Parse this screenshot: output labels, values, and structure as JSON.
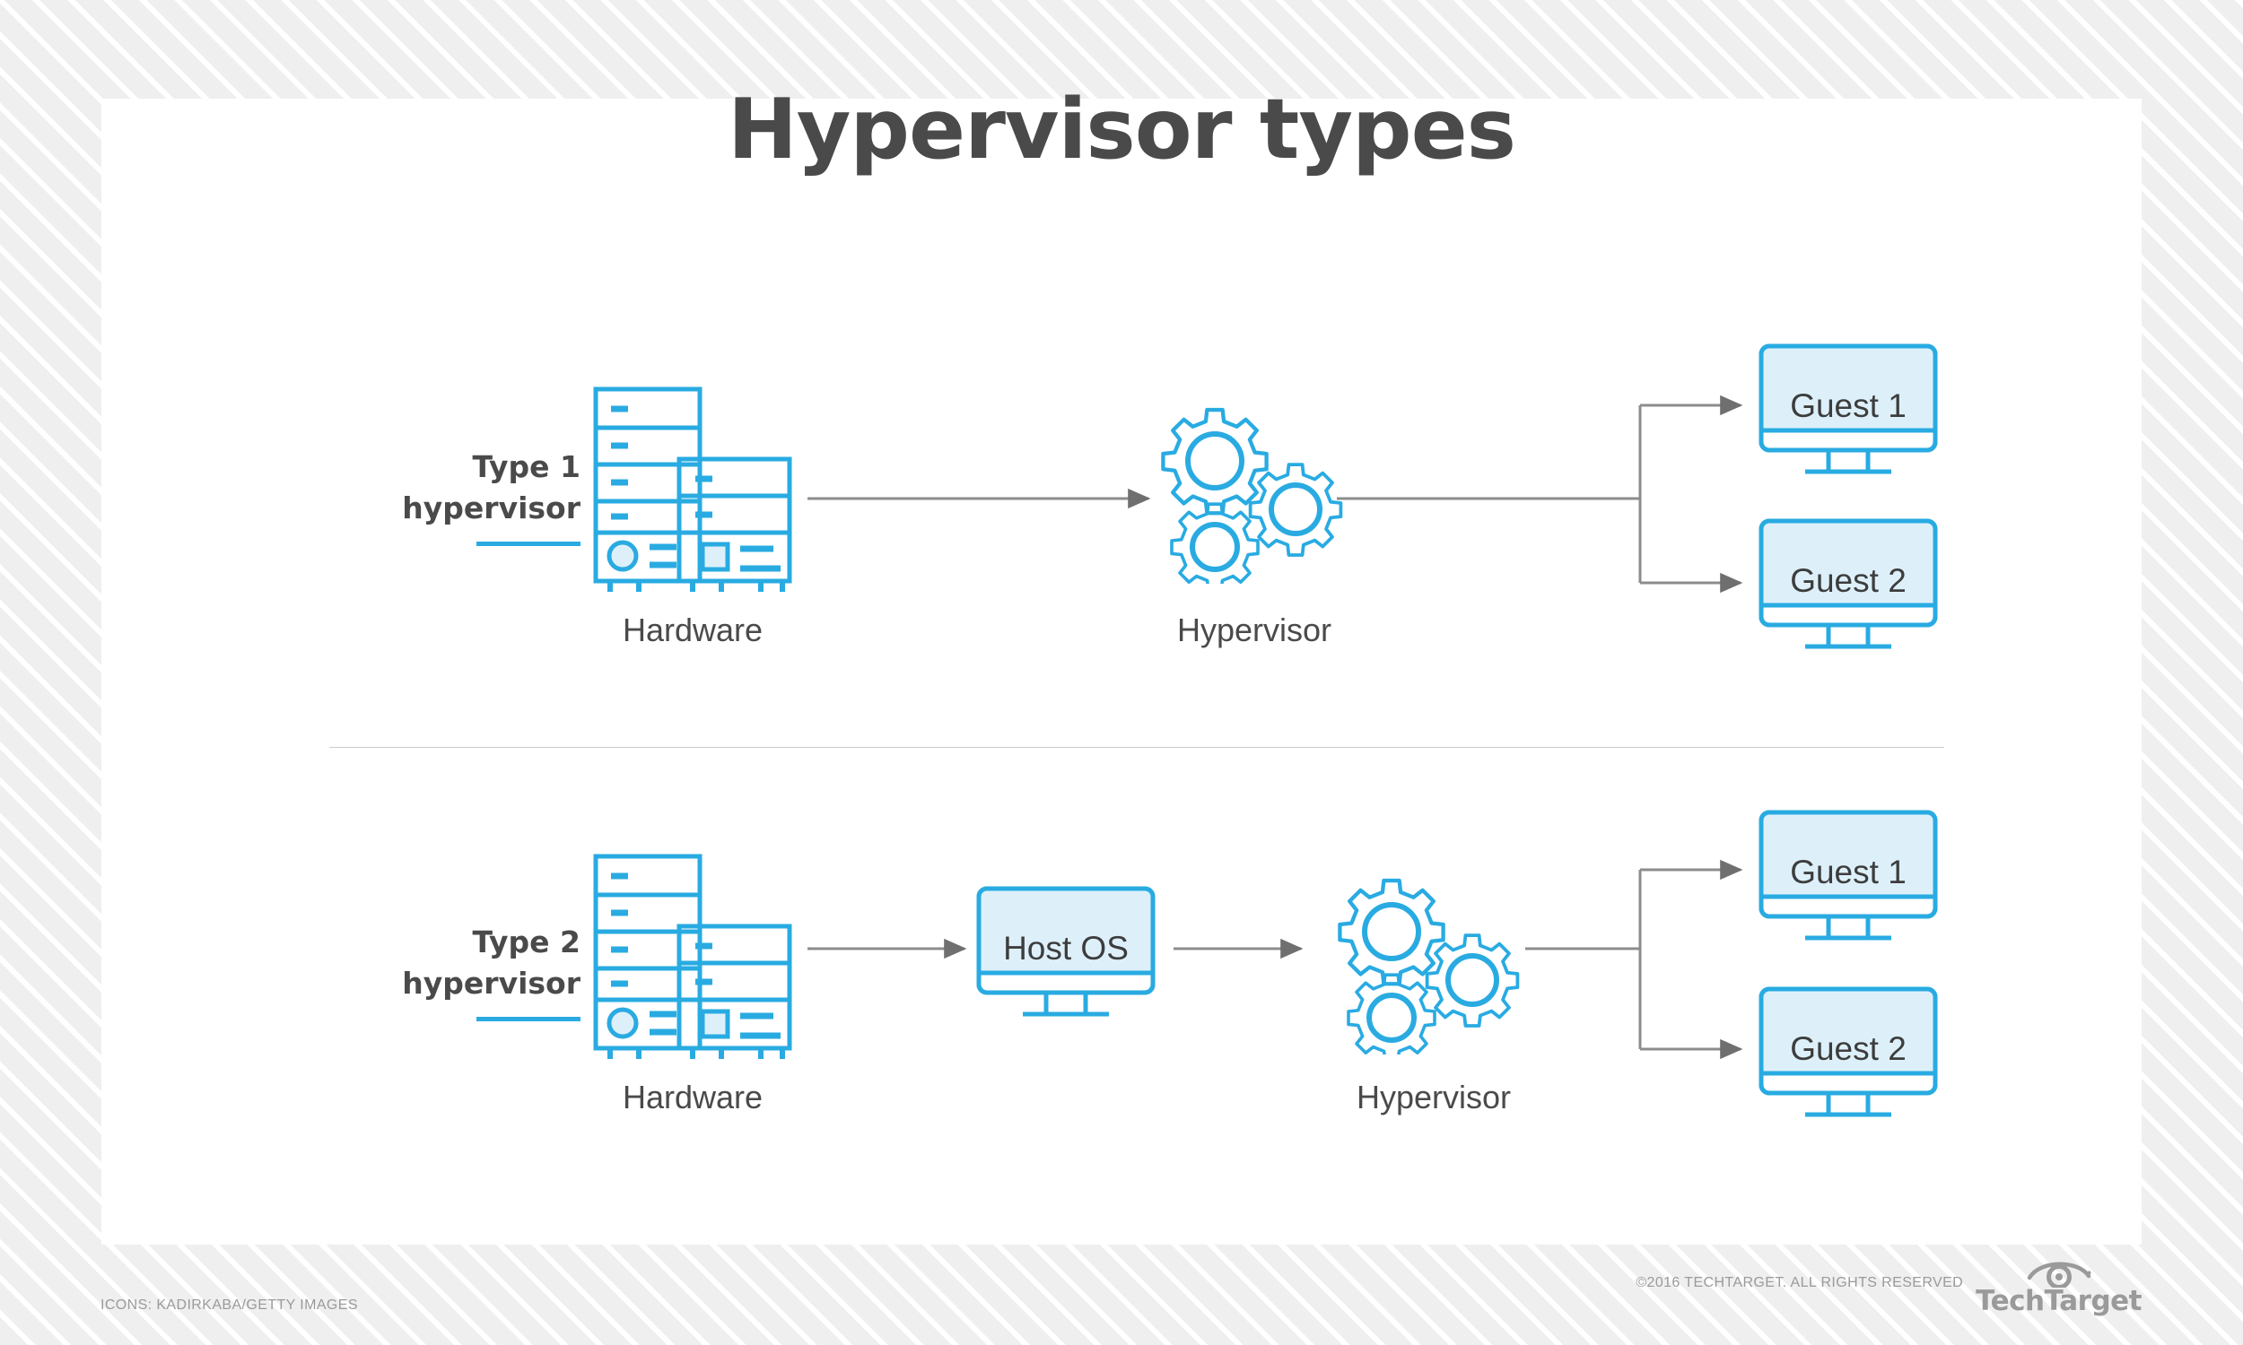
{
  "page": {
    "title": "Hypervisor types",
    "background_color": "#efefef",
    "card_color": "#ffffff",
    "accent_color": "#29abe2",
    "fill_color": "#ddf0fa",
    "text_color": "#4a4a4a",
    "connector_color": "#8c8c8c"
  },
  "rows": [
    {
      "id": "type1",
      "label_line1": "Type 1",
      "label_line2": "hypervisor",
      "stages": [
        {
          "name": "hardware",
          "caption": "Hardware",
          "icon": "server-rack-icon"
        },
        {
          "name": "hypervisor",
          "caption": "Hypervisor",
          "icon": "gears-icon"
        },
        {
          "name": "guest-1",
          "caption": "Guest 1",
          "icon": "monitor-icon"
        },
        {
          "name": "guest-2",
          "caption": "Guest 2",
          "icon": "monitor-icon"
        }
      ]
    },
    {
      "id": "type2",
      "label_line1": "Type 2",
      "label_line2": "hypervisor",
      "stages": [
        {
          "name": "hardware",
          "caption": "Hardware",
          "icon": "server-rack-icon"
        },
        {
          "name": "host-os",
          "caption": "Host OS",
          "icon": "monitor-icon"
        },
        {
          "name": "hypervisor",
          "caption": "Hypervisor",
          "icon": "gears-icon"
        },
        {
          "name": "guest-1",
          "caption": "Guest 1",
          "icon": "monitor-icon"
        },
        {
          "name": "guest-2",
          "caption": "Guest 2",
          "icon": "monitor-icon"
        }
      ]
    }
  ],
  "footer": {
    "icons_credit": "ICONS: KADIRKABA/GETTY IMAGES",
    "copyright": "©2016 TECHTARGET. ALL RIGHTS RESERVED",
    "brand": "TechTarget",
    "brand_icon": "eye-icon"
  }
}
